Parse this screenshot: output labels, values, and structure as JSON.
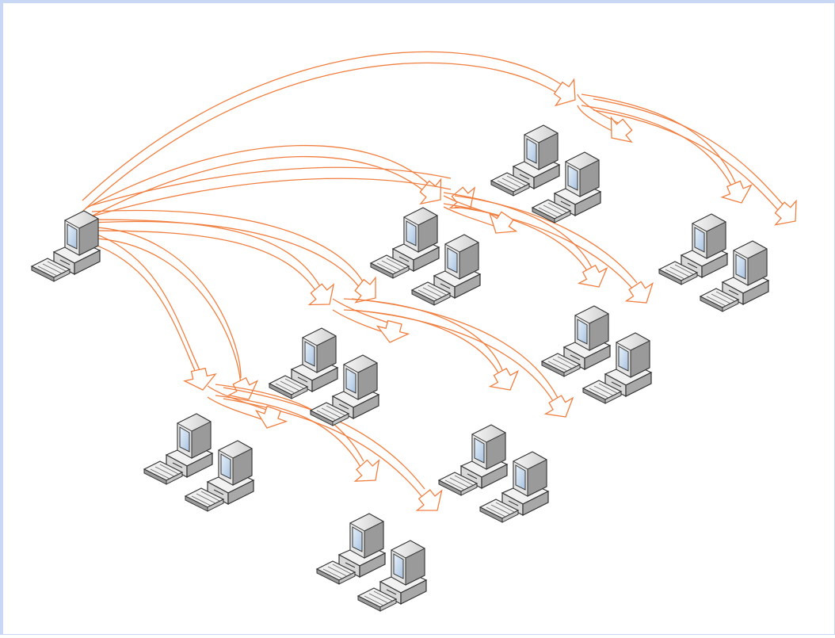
{
  "diagram": {
    "source_node": "source-computer",
    "node_groups": [
      "group-top-right-1",
      "group-top-right-2",
      "group-center-top",
      "group-center-right",
      "group-center",
      "group-left",
      "group-center-bottom",
      "group-bottom"
    ],
    "computers_per_group": 2,
    "icon": "desktop-computer-icon"
  },
  "colors": {
    "arrow_stroke": "#f07f40",
    "background": "#ffffff",
    "frame_border": "#c8d8f4",
    "computer_body": "#e9e9e9",
    "computer_shadow": "#8c8c8c",
    "screen": "#a9c3e0"
  }
}
